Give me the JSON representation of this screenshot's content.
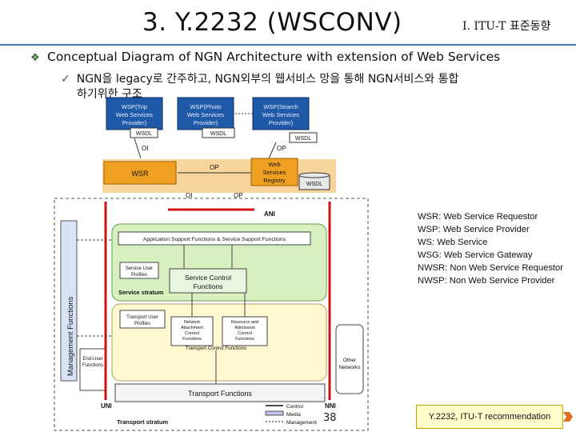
{
  "header": {
    "title": "3. Y.2232 (WSCONV)",
    "section": "I. ITU-T 표준동향"
  },
  "bullets": {
    "main": "Conceptual Diagram of NGN Architecture with extension of Web Services",
    "sub_line1": "NGN을 legacy로 간주하고, NGN외부의 웹서비스 망을 통해 NGN서비스와 통합",
    "sub_line2": "하기위한 구조"
  },
  "diagram": {
    "wsp_trip": "WSP(Trip Web Services Provider)",
    "wsp_trip_l1": "WSP(Trip",
    "wsp_trip_l2": "Web Services",
    "wsp_trip_l3": "Provider)",
    "wsp_photo_l1": "WSP(Photo",
    "wsp_photo_l2": "Web Services",
    "wsp_photo_l3": "Provider)",
    "wsp_search_l1": "WSP(Search",
    "wsp_search_l2": "Web Services",
    "wsp_search_l3": "Provider)",
    "wsdl": "WSDL",
    "oi": "OI",
    "op": "OP",
    "wsr": "WSR",
    "registry_l1": "Web",
    "registry_l2": "Services",
    "registry_l3": "Registry",
    "ani": "ANI",
    "nni": "NNI",
    "uni": "UNI",
    "management": "Management Functions",
    "app_support": "Application Support Functions & Service Support Functions",
    "service_user_profiles_l1": "Service User",
    "service_user_profiles_l2": "Profiles",
    "service_control_l1": "Service Control",
    "service_control_l2": "Functions",
    "service_stratum": "Service stratum",
    "transport_user_profiles_l1": "Transport User",
    "transport_user_profiles_l2": "Profiles",
    "nacf_l1": "Network",
    "nacf_l2": "Attachment",
    "nacf_l3": "Control",
    "nacf_l4": "Functions",
    "racf_l1": "Resource and",
    "racf_l2": "Admission",
    "racf_l3": "Control",
    "racf_l4": "Functions",
    "transport_control": "Transport Control Functions",
    "end_user_l1": "End-User",
    "end_user_l2": "Functions",
    "other_networks_l1": "Other",
    "other_networks_l2": "Networks",
    "transport_functions": "Transport Functions",
    "transport_stratum": "Transport stratum",
    "legend_control": "Control",
    "legend_media": "Media",
    "legend_management": "Management"
  },
  "legend": [
    "WSR: Web Service Requestor",
    "WSP: Web Service Provider",
    "WS: Web Service",
    "WSG: Web Service Gateway",
    "NWSR: Non Web Service Requestor",
    "NWSP: Non Web Service Provider"
  ],
  "footer": {
    "page": "38",
    "reference": "Y.2232, ITU-T recommendation"
  },
  "colors": {
    "accent_blue": "#4a78c8",
    "wsp_fill": "#1f5aa8",
    "orange": "#f0a020",
    "green_panel": "#d8f0c0",
    "yellow_panel": "#fff8d0",
    "red_line": "#d01010"
  }
}
